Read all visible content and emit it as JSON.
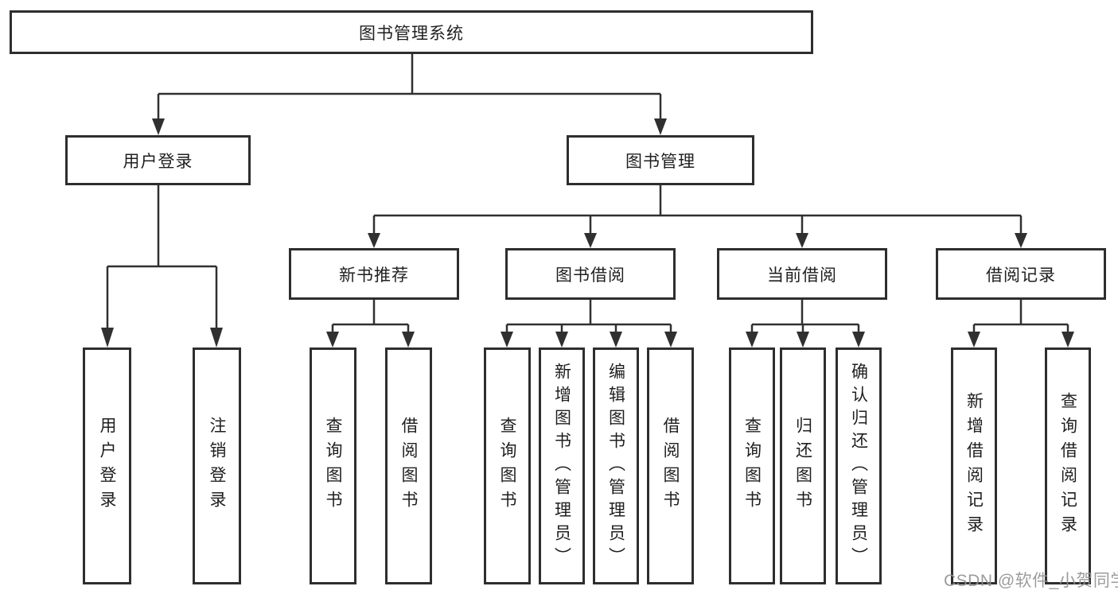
{
  "tree": {
    "root": {
      "label": "图书管理系统"
    },
    "level2": [
      {
        "id": "user-login",
        "label": "用户登录"
      },
      {
        "id": "book-management",
        "label": "图书管理"
      }
    ],
    "level3": [
      {
        "id": "new-book-recommend",
        "label": "新书推荐",
        "parent": "图书管理"
      },
      {
        "id": "book-borrowing",
        "label": "图书借阅",
        "parent": "图书管理"
      },
      {
        "id": "current-borrowing",
        "label": "当前借阅",
        "parent": "图书管理"
      },
      {
        "id": "borrowing-records",
        "label": "借阅记录",
        "parent": "图书管理"
      }
    ],
    "leaves": [
      {
        "label": "用户登录",
        "parent": "用户登录"
      },
      {
        "label": "注销登录",
        "parent": "用户登录"
      },
      {
        "label": "查询图书",
        "parent": "新书推荐"
      },
      {
        "label": "借阅图书",
        "parent": "新书推荐"
      },
      {
        "label": "查询图书",
        "parent": "图书借阅"
      },
      {
        "label": "新增图书（管理员）",
        "parent": "图书借阅"
      },
      {
        "label": "编辑图书（管理员）",
        "parent": "图书借阅"
      },
      {
        "label": "借阅图书",
        "parent": "图书借阅"
      },
      {
        "label": "查询图书",
        "parent": "当前借阅"
      },
      {
        "label": "归还图书",
        "parent": "当前借阅"
      },
      {
        "label": "确认归还（管理员）",
        "parent": "当前借阅"
      },
      {
        "label": "新增借阅记录",
        "parent": "借阅记录"
      },
      {
        "label": "查询借阅记录",
        "parent": "借阅记录"
      }
    ]
  },
  "watermark": "CSDN @软件_小贺同学",
  "colors": {
    "line": "#303030",
    "box_border": "#2e2e2e",
    "text": "#1f1f1f",
    "watermark": "#919191",
    "background": "#ffffff"
  }
}
